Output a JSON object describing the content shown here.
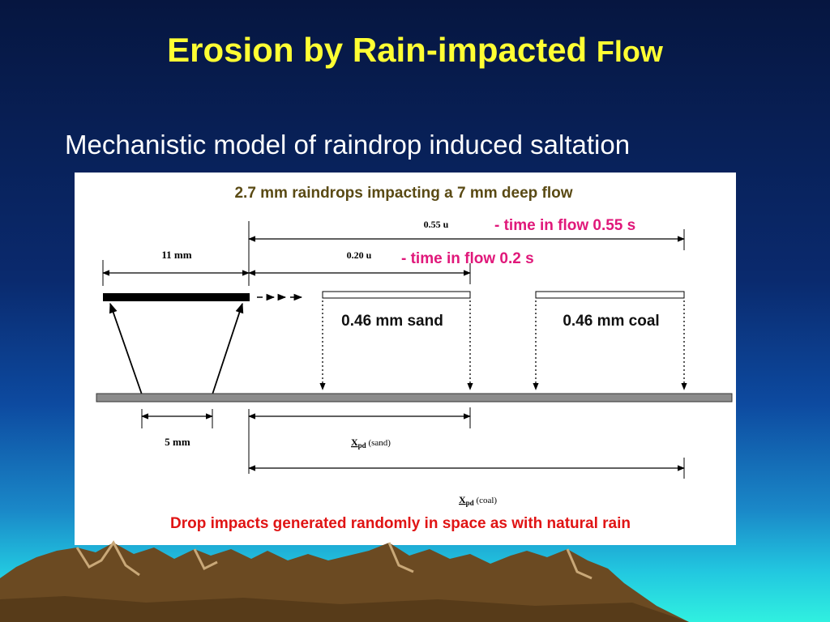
{
  "slide": {
    "title_main": "Erosion by Rain-impacted",
    "title_tail": "Flow",
    "subtitle": "Mechanistic model of raindrop induced saltation"
  },
  "diagram": {
    "heading": "2.7 mm raindrops impacting a 7 mm deep flow",
    "dist_055": "0.55 u",
    "dist_020": "0.20 u",
    "dist_11mm": "11 mm",
    "dist_5mm": "5 mm",
    "time_055": "- time in flow 0.55 s",
    "time_02": "- time in flow 0.2 s",
    "label_sand": "0.46 mm sand",
    "label_coal": "0.46 mm coal",
    "xpd_sand_main": "X",
    "xpd_sand_sub": "pd",
    "xpd_sand_tail": " (sand)",
    "xpd_coal_main": "X",
    "xpd_coal_sub": "pd",
    "xpd_coal_tail": " (coal)",
    "footer": "Drop impacts generated randomly in space as with natural rain"
  },
  "colors": {
    "title": "#ffff33",
    "heading": "#5a4a14",
    "time_labels": "#e0187a",
    "footer": "#e01414"
  }
}
